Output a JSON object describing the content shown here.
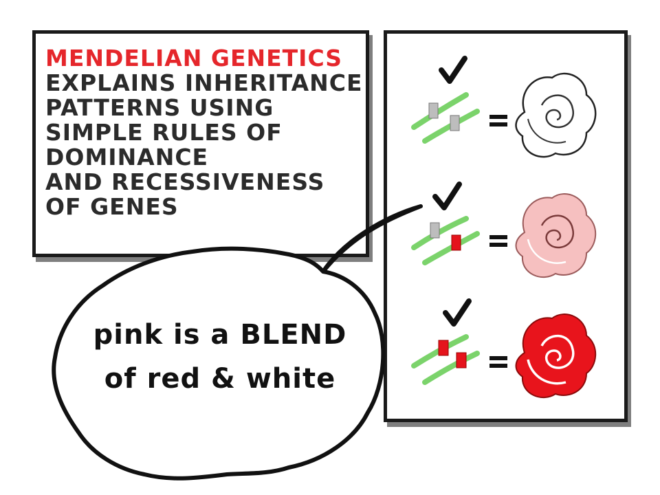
{
  "caption": {
    "lines": [
      "MENDELIAN GENETICS",
      "EXPLAINS INHERITANCE",
      "PATTERNS USING",
      "SIMPLE RULES OF",
      "DOMINANCE",
      "AND RECESSIVENESS",
      "OF GENES"
    ],
    "accent_color": "#e5262b"
  },
  "bubble": {
    "line1": "pink is a BLEND",
    "line2": "of red & white"
  },
  "rows": [
    {
      "genotype": "white-white",
      "equals": "=",
      "flower": "white rose",
      "petal_color": "#ffffff",
      "check_icon": "check-icon"
    },
    {
      "genotype": "white-red",
      "equals": "=",
      "flower": "pink rose",
      "petal_color": "#f6c0c0",
      "check_icon": "check-icon"
    },
    {
      "genotype": "red-red",
      "equals": "=",
      "flower": "red rose",
      "petal_color": "#e8141c",
      "check_icon": "check-icon"
    }
  ],
  "colors": {
    "chromosome": "#7bd36b",
    "white_allele": "#bdbdbd",
    "red_allele": "#e5141c"
  }
}
